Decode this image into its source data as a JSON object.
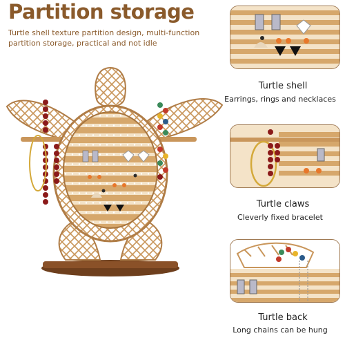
{
  "header": {
    "title": "Partition storage",
    "subtitle": "Turtle shell texture partition design, multi-function partition storage, practical and not idle"
  },
  "features": [
    {
      "title": "Turtle shell",
      "caption": "Earrings, rings and necklaces"
    },
    {
      "title": "Turtle claws",
      "caption": "Cleverly fixed bracelet"
    },
    {
      "title": "Turtle back",
      "caption": "Long chains can be hung"
    }
  ],
  "colors": {
    "brand": "#8a5a2b",
    "wood": "#c9965b",
    "wood_dark": "#7a4e27",
    "bead_red": "#8b1a1a",
    "bead_orange": "#e8772a"
  }
}
